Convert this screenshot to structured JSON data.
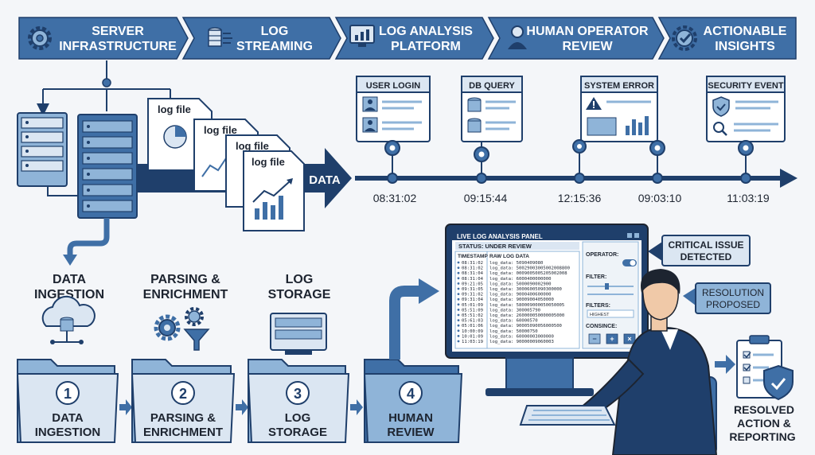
{
  "pipeline": [
    {
      "line1": "SERVER",
      "line2": "INFRASTRUCTURE",
      "icon": "gear-icon"
    },
    {
      "line1": "LOG",
      "line2": "STREAMING",
      "icon": "database-stream-icon"
    },
    {
      "line1": "LOG ANALYSIS",
      "line2": "PLATFORM",
      "icon": "monitor-chart-icon"
    },
    {
      "line1": "HUMAN OPERATOR",
      "line2": "REVIEW",
      "icon": "operator-icon"
    },
    {
      "line1": "ACTIONABLE",
      "line2": "INSIGHTS",
      "icon": "gear-check-icon"
    }
  ],
  "log_files": [
    "log file",
    "log file",
    "log file",
    "log file"
  ],
  "data_arrow_label": "DATA",
  "events": [
    {
      "title": "USER LOGIN",
      "icon": "user-card-icon"
    },
    {
      "title": "DB QUERY",
      "icon": "database-icon"
    },
    {
      "title": "SYSTEM ERROR",
      "icon": "warning-icon"
    },
    {
      "title": "SECURITY EVENT",
      "icon": "shield-icon"
    }
  ],
  "timestamps": [
    "08:31:02",
    "09:15:44",
    "12:15:36",
    "09:03:10",
    "11:03:19"
  ],
  "stage_labels": [
    {
      "line1": "DATA",
      "line2": "INGESTION"
    },
    {
      "line1": "PARSING &",
      "line2": "ENRICHMENT"
    },
    {
      "line1": "LOG",
      "line2": "STORAGE"
    }
  ],
  "folders": [
    {
      "number": "1",
      "line1": "DATA",
      "line2": "INGESTION"
    },
    {
      "number": "2",
      "line1": "PARSING &",
      "line2": "ENRICHMENT"
    },
    {
      "number": "3",
      "line1": "LOG",
      "line2": "STORAGE"
    },
    {
      "number": "4",
      "line1": "HUMAN",
      "line2": "REVIEW"
    }
  ],
  "panel": {
    "title": "LIVE LOG ANALYSIS PANEL",
    "status": "STATUS: UNDER REVIEW",
    "col_timestamp": "TIMESTAMP",
    "col_raw": "RAW LOG DATA",
    "rows": [
      {
        "ts": "08:31:02",
        "raw": "log_data: 5090409080"
      },
      {
        "ts": "08:31:02",
        "raw": "log_data: 50029003005002008800"
      },
      {
        "ts": "08:31:04",
        "raw": "log_data: 0009005005205002008"
      },
      {
        "ts": "08:31:04",
        "raw": "log_data: 6000400000000"
      },
      {
        "ts": "09:21:05",
        "raw": "log_data: 5000090002900"
      },
      {
        "ts": "09:31:05",
        "raw": "log_data: 30006005090300000"
      },
      {
        "ts": "09:31:02",
        "raw": "log_data: 9000400600000"
      },
      {
        "ts": "09:31:04",
        "raw": "log_data: 90009004050000"
      },
      {
        "ts": "05:01:09",
        "raw": "log_data: 580009000050050005"
      },
      {
        "ts": "05:51:09",
        "raw": "log_data: 300005790"
      },
      {
        "ts": "05:51:02",
        "raw": "log_data: 260000050000005000"
      },
      {
        "ts": "05:61:03",
        "raw": "log_data: 60000570"
      },
      {
        "ts": "05:01:06",
        "raw": "log_data: 90005090056000500"
      },
      {
        "ts": "10:00:09",
        "raw": "log_data: 50000750"
      },
      {
        "ts": "10:01:09",
        "raw": "log_data: 60000003000000"
      },
      {
        "ts": "11:03:19",
        "raw": "log_data: 90000009060003"
      }
    ],
    "operator_label": "OPERATOR:",
    "filter_label": "FILTER:",
    "filters_label": "FILTERS:",
    "filters_value": "HIGHEST",
    "console_label": "CONSINCE:",
    "btn_minus": "−",
    "btn_plus": "+",
    "btn_close": "×"
  },
  "critical_issue": {
    "line1": "CRITICAL ISSUE",
    "line2": "DETECTED"
  },
  "resolution": {
    "line1": "RESOLUTION",
    "line2": "PROPOSED"
  },
  "resolved": {
    "line1": "RESOLVED",
    "line2": "ACTION &",
    "line3": "REPORTING"
  },
  "colors": {
    "dark_blue": "#1f3f6b",
    "mid_blue": "#3f6fa6",
    "light_blue": "#8fb4d8",
    "pale_blue": "#dbe6f2",
    "ink": "#1d2430",
    "bg": "#f4f6f9"
  }
}
